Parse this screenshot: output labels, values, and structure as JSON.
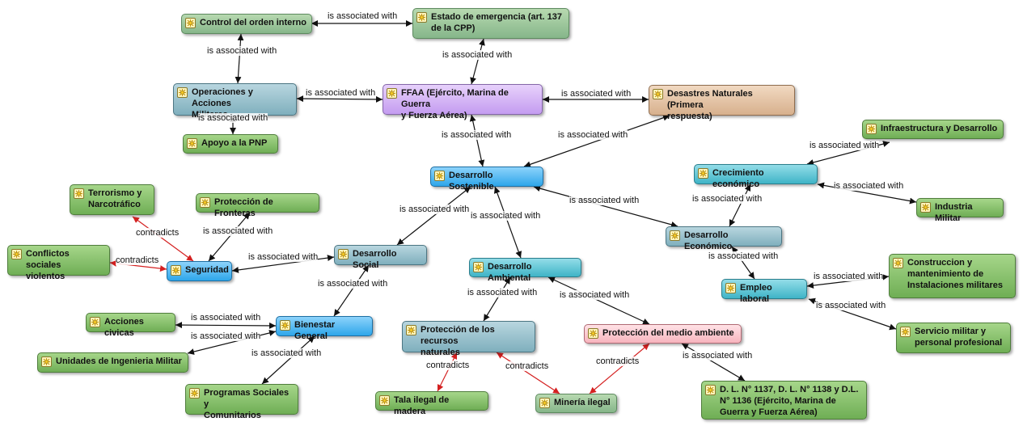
{
  "nodes": [
    {
      "id": "control",
      "label": "Control del orden interno",
      "color": "sage"
    },
    {
      "id": "estado",
      "label": "Estado de emergencia (art. 137\nde la CPP)",
      "color": "sage"
    },
    {
      "id": "operaciones",
      "label": "Operaciones y Acciones\nMilitares",
      "color": "steel"
    },
    {
      "id": "ffaa",
      "label": "FFAA (Ejército, Marina de Guerra\ny Fuerza Aérea)",
      "color": "purple"
    },
    {
      "id": "desastres",
      "label": "Desastres Naturales (Primera\nrespuesta)",
      "color": "tan"
    },
    {
      "id": "apoyo",
      "label": "Apoyo a la PNP",
      "color": "green"
    },
    {
      "id": "infra",
      "label": "Infraestructura y Desarrollo",
      "color": "green"
    },
    {
      "id": "desostenible",
      "label": "Desarrollo Sostenible",
      "color": "blue"
    },
    {
      "id": "crecimiento",
      "label": "Crecimiento económico",
      "color": "teal"
    },
    {
      "id": "terrorismo",
      "label": "Terrorismo y\nNarcotráfico",
      "color": "green"
    },
    {
      "id": "fronteras",
      "label": "Protección de Fronteras",
      "color": "green"
    },
    {
      "id": "industria",
      "label": "Industria Militar",
      "color": "green"
    },
    {
      "id": "conflictos",
      "label": "Conflictos sociales\nviolentos",
      "color": "green"
    },
    {
      "id": "desocial",
      "label": "Desarrollo Social",
      "color": "steel"
    },
    {
      "id": "deseconomico",
      "label": "Desarrollo Económico",
      "color": "steel"
    },
    {
      "id": "seguridad",
      "label": "Seguridad",
      "color": "blue"
    },
    {
      "id": "desambiental",
      "label": "Desarrollo Ambiental",
      "color": "teal"
    },
    {
      "id": "construccion",
      "label": "Construccion y\nmantenimiento de\nInstalaciones militares",
      "color": "green"
    },
    {
      "id": "empleo",
      "label": "Empleo laboral",
      "color": "teal"
    },
    {
      "id": "acciones",
      "label": "Acciones civicas",
      "color": "green"
    },
    {
      "id": "bienestar",
      "label": "Bienestar General",
      "color": "blue"
    },
    {
      "id": "proteccionrec",
      "label": "Protección de los recursos\nnaturales",
      "color": "steel"
    },
    {
      "id": "proteccionmed",
      "label": "Protección del medio ambiente",
      "color": "pink"
    },
    {
      "id": "servicio",
      "label": "Servicio militar y\npersonal profesional",
      "color": "green"
    },
    {
      "id": "unidades",
      "label": "Unidades de Ingenieria Militar",
      "color": "green"
    },
    {
      "id": "dl",
      "label": "D. L. N° 1137, D. L. N° 1138 y D.L.\nN° 1136 (Ejército, Marina de\nGuerra y Fuerza Aérea)",
      "color": "green"
    },
    {
      "id": "programas",
      "label": "Programas Sociales y\nComunitarios",
      "color": "green"
    },
    {
      "id": "tala",
      "label": "Tala ilegal de madera",
      "color": "green"
    },
    {
      "id": "mineria",
      "label": "Minería ilegal",
      "color": "sage"
    }
  ],
  "edges": [
    {
      "id": "e1",
      "label": "is associated with",
      "kind": "assoc"
    },
    {
      "id": "e2",
      "label": "is associated with",
      "kind": "assoc"
    },
    {
      "id": "e3",
      "label": "is associated with",
      "kind": "assoc"
    },
    {
      "id": "e4",
      "label": "is associated with",
      "kind": "assoc"
    },
    {
      "id": "e5",
      "label": "is associated with",
      "kind": "assoc"
    },
    {
      "id": "e6",
      "label": "is associated with",
      "kind": "assoc"
    },
    {
      "id": "e7",
      "label": "is associated with",
      "kind": "assoc"
    },
    {
      "id": "e8",
      "label": "is associated with",
      "kind": "assoc"
    },
    {
      "id": "e9",
      "label": "is associated with",
      "kind": "assoc"
    },
    {
      "id": "e10",
      "label": "is associated with",
      "kind": "assoc"
    },
    {
      "id": "e11",
      "label": "is associated with",
      "kind": "assoc"
    },
    {
      "id": "e12",
      "label": "is associated with",
      "kind": "assoc"
    },
    {
      "id": "e13",
      "label": "is associated with",
      "kind": "assoc"
    },
    {
      "id": "e14",
      "label": "is associated with",
      "kind": "assoc"
    },
    {
      "id": "e15",
      "label": "is associated with",
      "kind": "assoc"
    },
    {
      "id": "e16",
      "label": "is associated with",
      "kind": "assoc"
    },
    {
      "id": "e17",
      "label": "is associated with",
      "kind": "assoc"
    },
    {
      "id": "e18",
      "label": "is associated with",
      "kind": "assoc"
    },
    {
      "id": "e19",
      "label": "is associated with",
      "kind": "assoc"
    },
    {
      "id": "e20",
      "label": "is associated with",
      "kind": "assoc"
    },
    {
      "id": "e21",
      "label": "is associated with",
      "kind": "assoc"
    },
    {
      "id": "e22",
      "label": "is associated with",
      "kind": "assoc"
    },
    {
      "id": "e23",
      "label": "is associated with",
      "kind": "assoc"
    },
    {
      "id": "e24",
      "label": "is associated with",
      "kind": "assoc"
    },
    {
      "id": "e25",
      "label": "is associated with",
      "kind": "assoc"
    },
    {
      "id": "e26",
      "label": "is associated with",
      "kind": "assoc"
    },
    {
      "id": "e27",
      "label": "contradicts",
      "kind": "contra"
    },
    {
      "id": "e28",
      "label": "contradicts",
      "kind": "contra"
    },
    {
      "id": "e29",
      "label": "contradicts",
      "kind": "contra"
    },
    {
      "id": "e30",
      "label": "contradicts",
      "kind": "contra"
    },
    {
      "id": "e31",
      "label": "contradicts",
      "kind": "contra"
    }
  ]
}
